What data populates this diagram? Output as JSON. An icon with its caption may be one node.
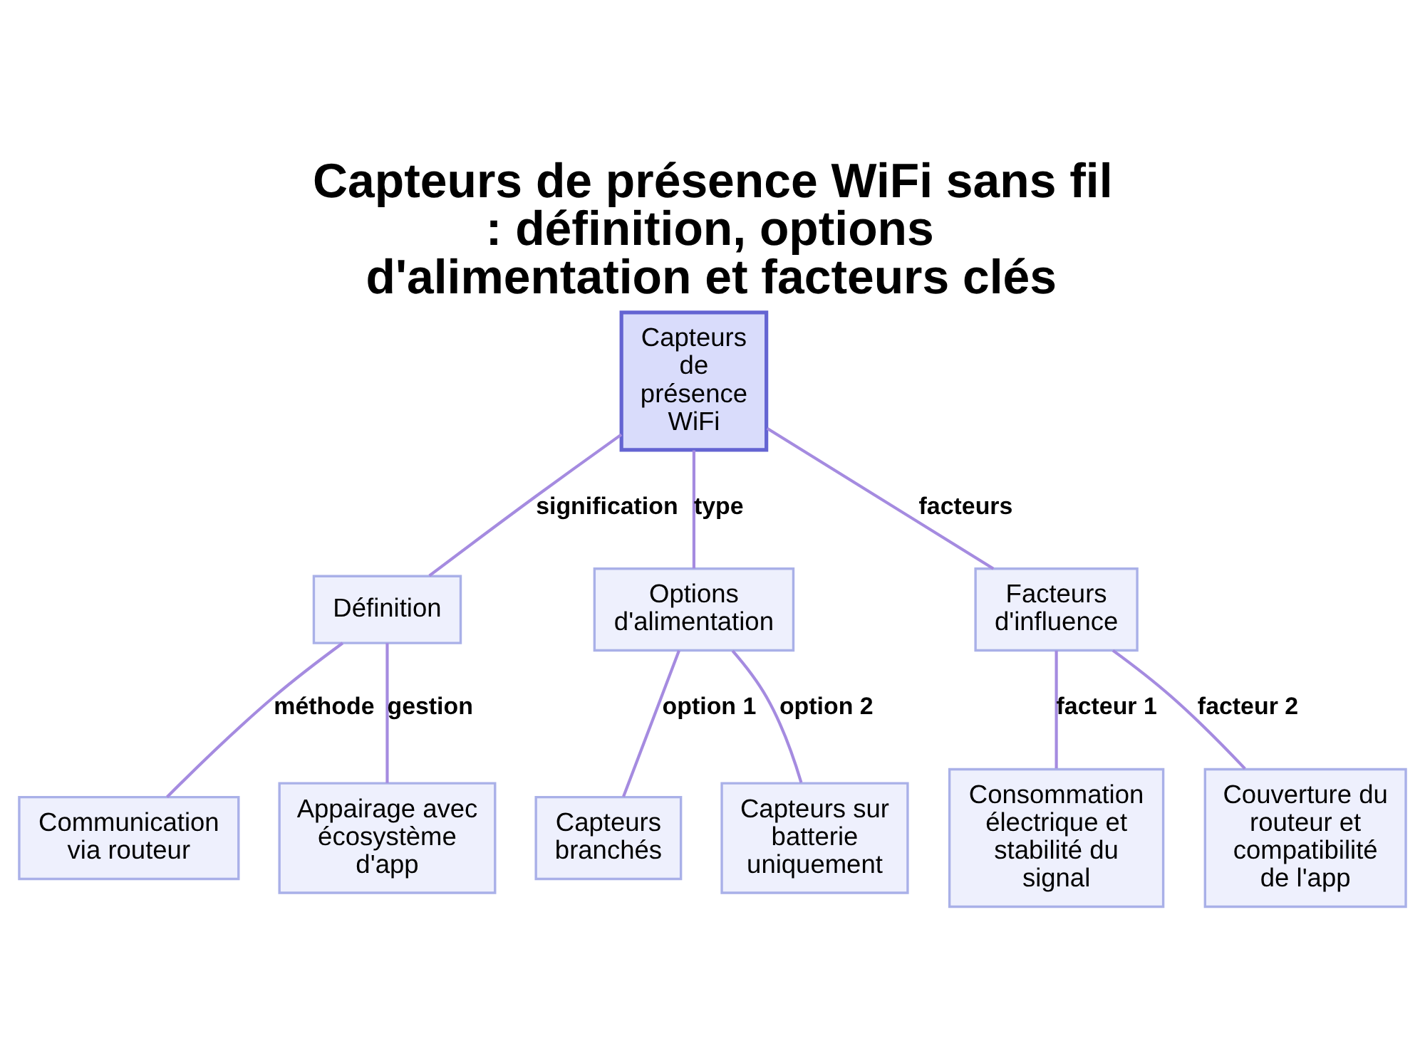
{
  "diagram": {
    "title": "Capteurs de présence WiFi sans fil : définition, options d'alimentation et facteurs clés",
    "nodes": [
      {
        "text": [
          "Capteurs de présence WiFi"
        ]
      },
      {
        "text": [
          "Définition"
        ]
      },
      {
        "text": [
          "Options d'alimentation"
        ]
      },
      {
        "text": [
          "Facteurs d'influence"
        ]
      },
      {
        "text": [
          "Communication via routeur"
        ]
      },
      {
        "text": [
          "Appairage avec écosystème d'app"
        ]
      },
      {
        "text": [
          "Capteurs branchés"
        ]
      },
      {
        "text": [
          "Capteurs sur batterie uniquement"
        ]
      },
      {
        "text": [
          "Consommation électrique et stabilité du signal"
        ]
      },
      {
        "text": [
          "Couverture du routeur et compatibilité de l'app"
        ]
      }
    ],
    "edges": [
      {
        "from": 0,
        "to": 1,
        "arrow": "none",
        "label": "signification"
      },
      {
        "from": 0,
        "to": 2,
        "arrow": "none",
        "label": "type"
      },
      {
        "from": 0,
        "to": 3,
        "arrow": "none",
        "label": "facteurs"
      },
      {
        "from": 1,
        "to": 4,
        "arrow": "none",
        "label": "méthode"
      },
      {
        "from": 1,
        "to": 5,
        "arrow": "none",
        "label": "gestion"
      },
      {
        "from": 2,
        "to": 6,
        "arrow": "none",
        "label": "option 1"
      },
      {
        "from": 2,
        "to": 7,
        "arrow": "none",
        "label": "option 2"
      },
      {
        "from": 3,
        "to": 8,
        "arrow": "none",
        "label": "facteur 1"
      },
      {
        "from": 3,
        "to": 9,
        "arrow": "none",
        "label": "facteur 2"
      }
    ]
  }
}
